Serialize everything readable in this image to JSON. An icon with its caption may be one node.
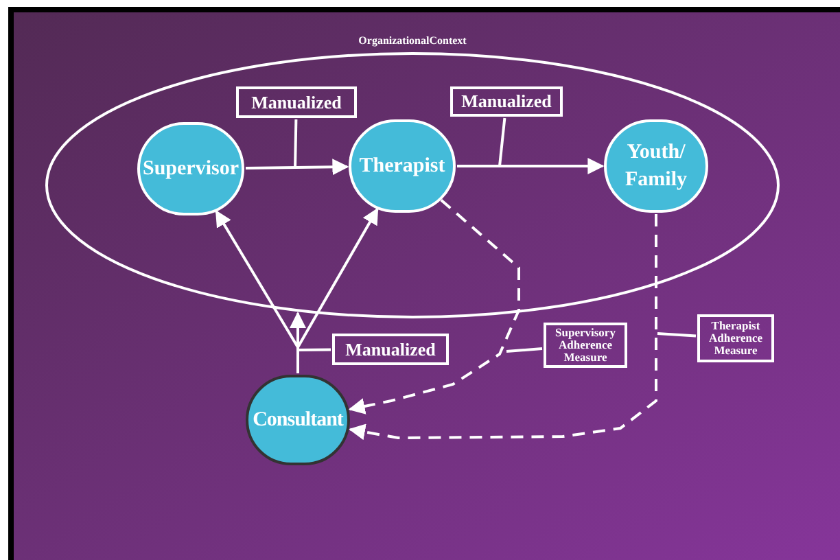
{
  "diagram": {
    "nodes": [
      {
        "text": [
          "OrganizationalContext"
        ]
      },
      {
        "text": [
          "Supervisor"
        ],
        "in": 0
      },
      {
        "text": [
          "Therapist"
        ],
        "in": 0
      },
      {
        "text": [
          "Youth/ Family"
        ],
        "in": 0
      },
      {
        "text": [
          "Manualized"
        ],
        "in": 0
      },
      {
        "text": [
          "Manualized"
        ],
        "in": 0
      },
      {
        "text": [
          "Consultant"
        ]
      },
      {
        "text": [
          "Manualized"
        ]
      },
      {
        "text": [
          "Supervisory Adherence Measure"
        ]
      },
      {
        "text": [
          "Therapist Adherence Measure"
        ]
      }
    ],
    "edges": [
      {
        "from": 1,
        "to": 2,
        "arrow": "to"
      },
      {
        "from": 2,
        "to": 3,
        "arrow": "to"
      },
      {
        "from": 6,
        "to": 1,
        "arrow": "to"
      },
      {
        "from": 6,
        "to": 2,
        "arrow": "to"
      },
      {
        "from": 2,
        "to": 6,
        "arrow": "to",
        "style": "dashed"
      },
      {
        "from": 3,
        "to": 6,
        "arrow": "to",
        "style": "dashed"
      },
      {
        "from": 4,
        "to": null,
        "arrow": "none"
      },
      {
        "from": 5,
        "to": null,
        "arrow": "none"
      },
      {
        "from": 7,
        "to": null,
        "arrow": "none"
      },
      {
        "from": 8,
        "to": null,
        "arrow": "none"
      },
      {
        "from": 9,
        "to": null,
        "arrow": "none"
      },
      {
        "from": 6,
        "to": 0,
        "arrow": "to"
      }
    ]
  }
}
